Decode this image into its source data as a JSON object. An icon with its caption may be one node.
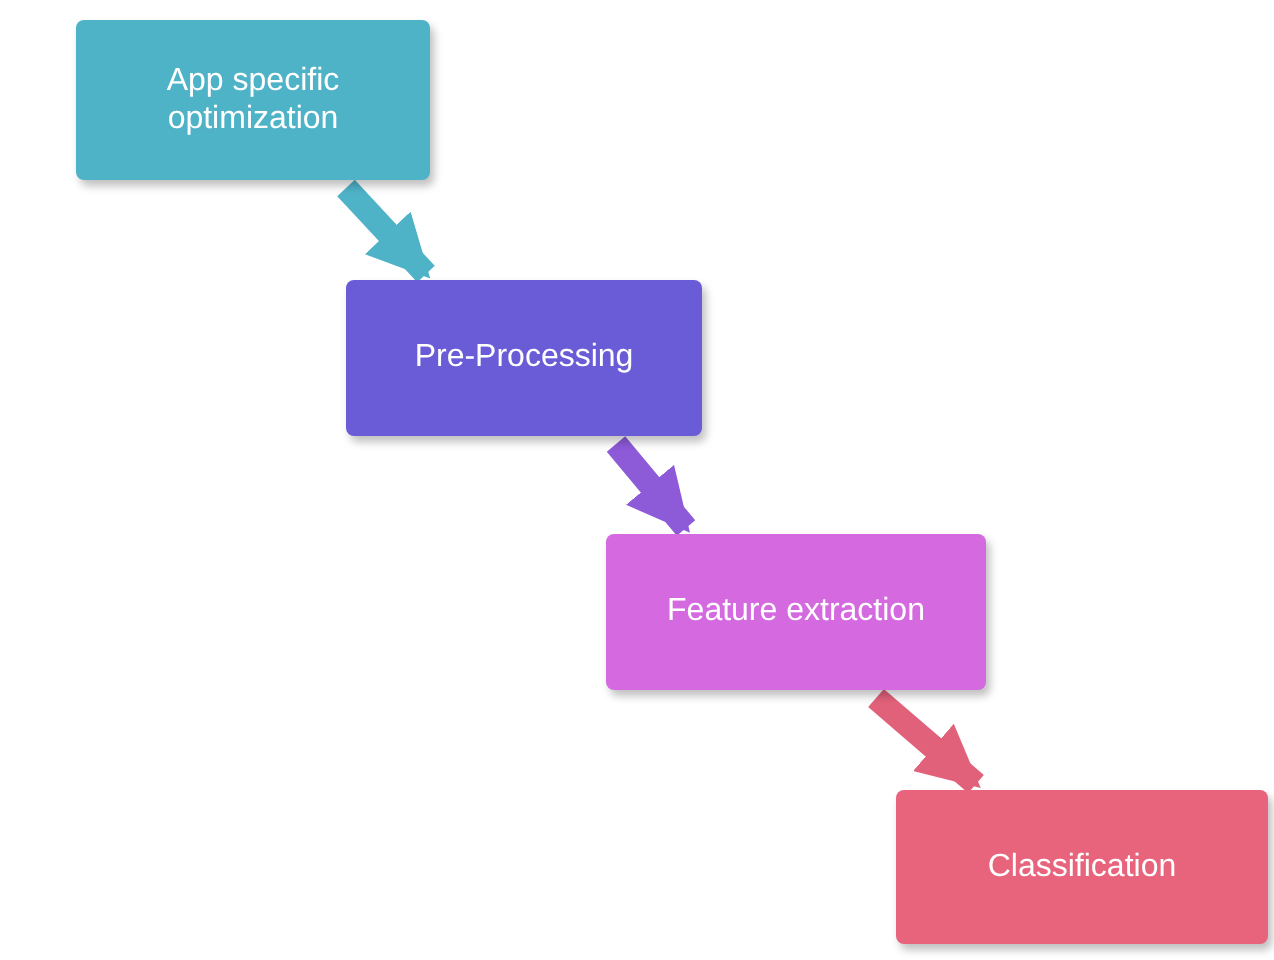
{
  "diagram": {
    "nodes": [
      {
        "text": [
          "App specific optimization"
        ]
      },
      {
        "text": [
          "Pre-Processing"
        ]
      },
      {
        "text": [
          "Feature extraction"
        ]
      },
      {
        "text": [
          "Classification"
        ]
      }
    ],
    "edges": [
      {
        "from": 0,
        "to": 1,
        "arrow": "to",
        "color": "#4fb3c8"
      },
      {
        "from": 1,
        "to": 2,
        "arrow": "to",
        "color": "#8d5ad8"
      },
      {
        "from": 2,
        "to": 3,
        "arrow": "to",
        "color": "#e2617a"
      }
    ]
  }
}
